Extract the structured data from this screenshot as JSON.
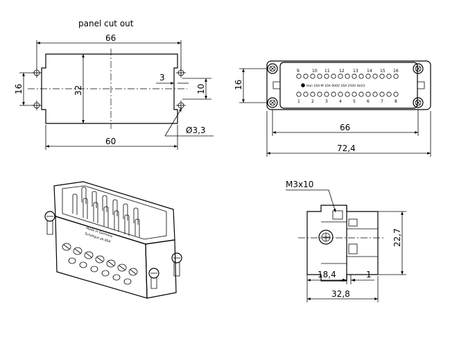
{
  "panel_cutout": {
    "title": "panel cut out",
    "dims": {
      "width_outer": "66",
      "height_left": "16",
      "height_inner": "32",
      "offset": "3",
      "height_right": "10",
      "hole": "Ø3,3",
      "width_inner": "60"
    }
  },
  "front_view": {
    "dims": {
      "height": "16",
      "width_inner": "66",
      "width_outer": "72,4"
    },
    "top_pins": [
      "9",
      "10",
      "11",
      "12",
      "13",
      "14",
      "15",
      "16"
    ],
    "bottom_pins": [
      "1",
      "2",
      "3",
      "4",
      "5",
      "6",
      "7",
      "8"
    ],
    "rating_text": "Han 16A-M  10A  600V  16A 250V 4kV3"
  },
  "side_view": {
    "dims": {
      "screw": "M3x10",
      "height": "22,7",
      "depth_a": "18,4",
      "depth_b": "1",
      "depth_total": "32,8"
    }
  },
  "iso_view": {
    "marking": [
      "Made in Germany",
      "Schaltgut ab 80A"
    ]
  }
}
